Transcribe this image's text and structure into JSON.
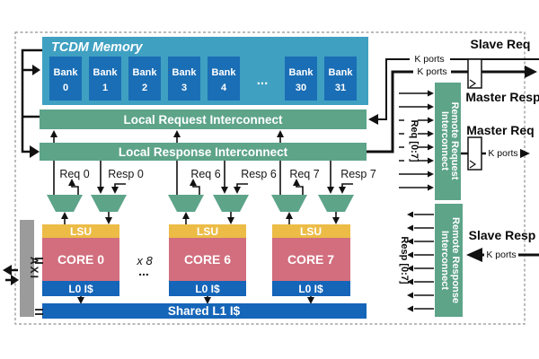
{
  "palette": {
    "tcdm_teal": "#3fa0c2",
    "bank_blue": "#1a6eb5",
    "interconnect_green": "#5da489",
    "lsu_yellow": "#ecbc47",
    "core_pink": "#d26e7e",
    "cache_blue": "#1565b8",
    "axi_gray": "#9b9b9b",
    "wire_black": "#111111"
  },
  "tcdm": {
    "title": "TCDM Memory",
    "ellipsis": "...",
    "banks": [
      {
        "word": "Bank",
        "num": "0"
      },
      {
        "word": "Bank",
        "num": "1"
      },
      {
        "word": "Bank",
        "num": "2"
      },
      {
        "word": "Bank",
        "num": "3"
      },
      {
        "word": "Bank",
        "num": "4"
      },
      {
        "word": "Bank",
        "num": "30"
      },
      {
        "word": "Bank",
        "num": "31"
      }
    ]
  },
  "local_interconnects": {
    "request": "Local Request Interconnect",
    "response": "Local Response Interconnect"
  },
  "port_labels": [
    {
      "req": "Req 0",
      "resp": "Resp 0"
    },
    {
      "req": "Req 6",
      "resp": "Resp 6"
    },
    {
      "req": "Req 7",
      "resp": "Resp 7"
    }
  ],
  "cores": [
    {
      "lsu": "LSU",
      "name": "CORE 0",
      "l0_cache": "L0 I$"
    },
    {
      "lsu": "LSU",
      "name": "CORE 6",
      "l0_cache": "L0 I$"
    },
    {
      "lsu": "LSU",
      "name": "CORE 7",
      "l0_cache": "L0 I$"
    }
  ],
  "replication": {
    "times": "x 8",
    "dots": "..."
  },
  "shared_l1": "Shared L1 I$",
  "axi": "AXI",
  "remote_interconnects": {
    "request_line1": "Remote Request",
    "request_line2": "Interconnect",
    "response_line1": "Remote Response",
    "response_line2": "Interconnect",
    "req_bundle": "Req [0:7]",
    "resp_bundle": "Resp [0:7]"
  },
  "external_ports": {
    "slave_req": "Slave Req",
    "master_resp": "Master Resp",
    "master_req": "Master Req",
    "slave_resp": "Slave Resp",
    "k_ports": "K ports"
  }
}
